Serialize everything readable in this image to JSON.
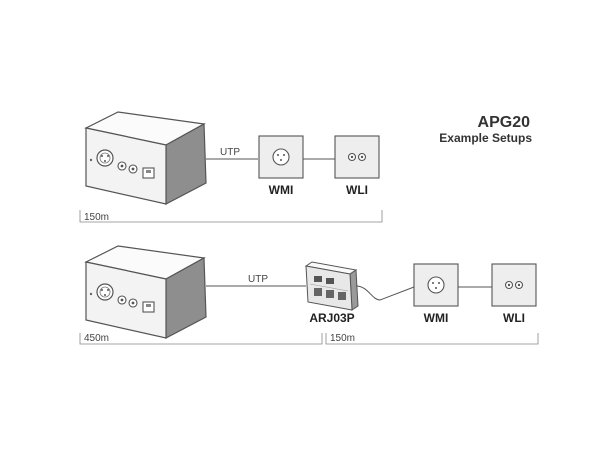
{
  "header": {
    "title": "APG20",
    "subtitle": "Example Setups"
  },
  "setup1": {
    "cable_label": "UTP",
    "wmi_label": "WMI",
    "wli_label": "WLI",
    "distance": "150m"
  },
  "setup2": {
    "cable_label": "UTP",
    "junction_label": "ARJ03P",
    "wmi_label": "WMI",
    "wli_label": "WLI",
    "distance_a": "450m",
    "distance_b": "150m"
  },
  "colors": {
    "stroke": "#555555",
    "box_fill": "#f4f4f4",
    "box_top": "#fafafa",
    "box_side": "#8a8a8a",
    "panel_fill": "#ececec"
  }
}
